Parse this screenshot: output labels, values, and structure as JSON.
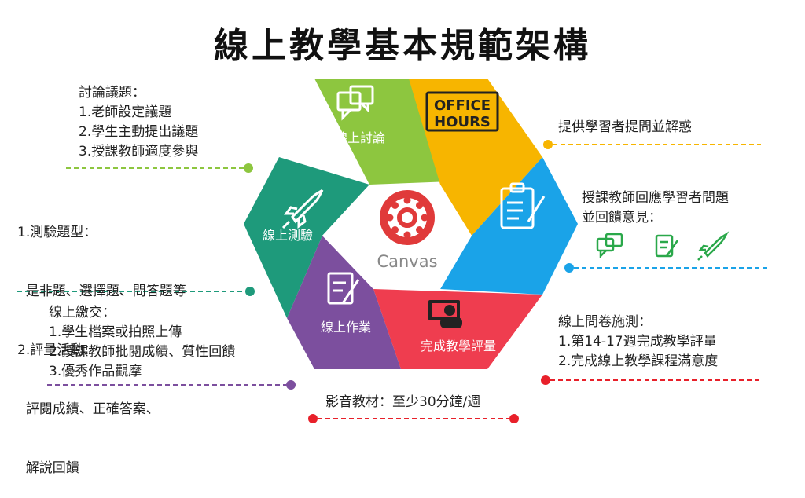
{
  "title": "線上教學基本規範架構",
  "hub": {
    "label": "Canvas"
  },
  "segments": {
    "discussion": {
      "label": "線上討論",
      "color": "#8dc63f"
    },
    "office_hours": {
      "logo_top": "OFFICE",
      "logo_bottom": "HOURS",
      "color": "#f7b500"
    },
    "feedback": {
      "color": "#1aa3e8"
    },
    "evaluation": {
      "label": "完成教學評量",
      "color": "#ef3d4f"
    },
    "homework": {
      "label": "線上作業",
      "color": "#7c4f9e"
    },
    "quiz": {
      "label": "線上測驗",
      "color": "#1e9a7b"
    }
  },
  "notes": {
    "discussion": {
      "lines": [
        "討論議題：",
        "1.老師設定議題",
        "2.學生主動提出議題",
        "3.授課教師適度參與"
      ],
      "color": "#8dc63f"
    },
    "quiz": {
      "lines": [
        "1.測驗題型：",
        "  是非題、選擇題、問答題等",
        "2.評量活動：",
        "  評閱成績、正確答案、",
        "  解說回饋"
      ],
      "color": "#1e9a7b"
    },
    "homework": {
      "lines": [
        "線上繳交：",
        "1.學生檔案或拍照上傳",
        "2.授課教師批閱成績、質性回饋",
        "3.優秀作品觀摩"
      ],
      "color": "#7c4f9e"
    },
    "office_hours": {
      "lines": [
        "提供學習者提問並解惑"
      ],
      "color": "#f7b500"
    },
    "feedback": {
      "lines": [
        "授課教師回應學習者問題",
        "並回饋意見："
      ],
      "color": "#1aa3e8"
    },
    "evaluation": {
      "lines": [
        "線上問卷施測：",
        "1.第14-17週完成教學評量",
        "2.完成線上教學課程滿意度"
      ],
      "color": "#e8202a"
    },
    "media": {
      "lines": [
        "影音教材：至少30分鐘/週"
      ],
      "color": "#e8202a"
    }
  },
  "colors": {
    "hub_red": "#e03a3a",
    "icon_green": "#2aa84a"
  }
}
